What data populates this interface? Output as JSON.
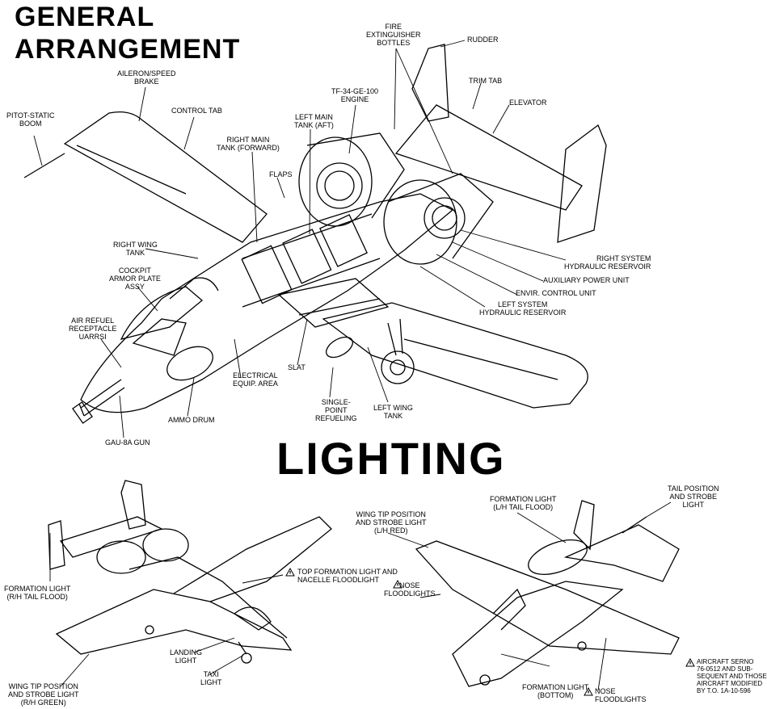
{
  "titles": {
    "general": "GENERAL",
    "arrangement": "ARRANGEMENT",
    "lighting": "LIGHTING"
  },
  "general_labels": {
    "pitot": "PITOT-STATIC\nBOOM",
    "aileron": "AILERON/SPEED\nBRAKE",
    "control_tab": "CONTROL TAB",
    "right_main_tank": "RIGHT MAIN\nTANK (FORWARD)",
    "left_main_tank": "LEFT MAIN\nTANK (AFT)",
    "engine": "TF-34-GE-100\nENGINE",
    "fire_ext": "FIRE\nEXTINGUISHER\nBOTTLES",
    "rudder": "RUDDER",
    "trim_tab": "TRIM TAB",
    "elevator": "ELEVATOR",
    "flaps": "FLAPS",
    "right_wing_tank": "RIGHT WING\nTANK",
    "cockpit_armor": "COCKPIT\nARMOR PLATE\nASSY",
    "air_refuel": "AIR REFUEL\nRECEPTACLE\nUARRSI",
    "right_hyd": "RIGHT SYSTEM\nHYDRAULIC RESERVOIR",
    "apu": "AUXILIARY POWER UNIT",
    "ecu": "ENVIR. CONTROL UNIT",
    "left_hyd": "LEFT SYSTEM\nHYDRAULIC RESERVOIR",
    "slat": "SLAT",
    "electrical": "ELECTRICAL\nEQUIP. AREA",
    "ammo": "AMMO DRUM",
    "gun": "GAU-8A GUN",
    "spr": "SINGLE-\nPOINT\nREFUELING",
    "left_wing_tank": "LEFT WING\nTANK"
  },
  "lighting_labels": {
    "form_rh": "FORMATION LIGHT\n(R/H TAIL FLOOD)",
    "top_form": "TOP FORMATION LIGHT AND\nNACELLE FLOODLIGHT",
    "landing": "LANDING\nLIGHT",
    "taxi": "TAXI\nLIGHT",
    "wingtip_rh": "WING TIP POSITION\nAND STROBE LIGHT\n(R/H GREEN)",
    "wingtip_lh": "WING TIP POSITION\nAND STROBE LIGHT\n(L/H RED)",
    "form_lh": "FORMATION LIGHT\n(L/H TAIL FLOOD)",
    "tail_pos": "TAIL POSITION\nAND STROBE\nLIGHT",
    "nose_flood_1": "NOSE\nFLOODLIGHTS",
    "form_bottom": "FORMATION LIGHT\n(BOTTOM)",
    "nose_flood_2": "NOSE\nFLOODLIGHTS",
    "serno": "AIRCRAFT SERNO\n76-0512 AND SUB-\nSEQUENT AND THOSE\nAIRCRAFT MODIFIED\nBY T.O. 1A-10-596"
  }
}
